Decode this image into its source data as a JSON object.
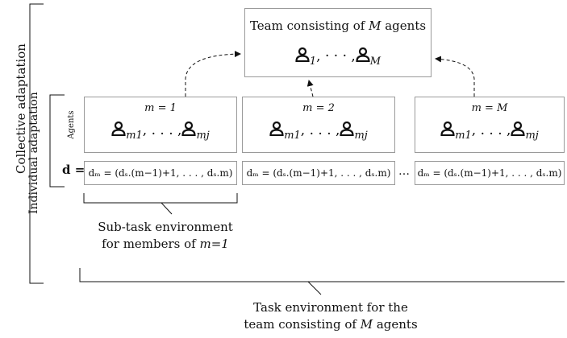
{
  "labels": {
    "collective_adaptation": "Collective adaptation",
    "individual_adaptation": "Individual adaptation",
    "agents_row_label": "Agents",
    "d_label": "d =",
    "team_title_prefix": "Team consisting of ",
    "team_title_var": "M",
    "team_title_suffix": " agents",
    "subtask_line1": "Sub-task environment",
    "subtask_line2_prefix": "for members of ",
    "subtask_line2_var": "m=1",
    "task_env_line1": "Task environment for the",
    "task_env_line2_prefix": "team consisting of ",
    "task_env_line2_var": "M",
    "task_env_line2_suffix": " agents",
    "ellipsis_between": "…"
  },
  "team_agents": {
    "first_sub": "1",
    "dots": ", · · · ,",
    "last_sub": "M"
  },
  "teams": [
    {
      "title": "m = 1",
      "first_sub": "m1",
      "dots": ", . . . ,",
      "last_sub": "mj",
      "eq": "dₘ = (dₛ.(m−1)+1, . . . , dₛ.m)"
    },
    {
      "title": "m = 2",
      "first_sub": "m1",
      "dots": ", . . . ,",
      "last_sub": "mj",
      "eq": "dₘ = (dₛ.(m−1)+1, . . . , dₛ.m)"
    },
    {
      "title": "m = M",
      "first_sub": "m1",
      "dots": ", . . . ,",
      "last_sub": "mj",
      "eq": "dₘ = (dₛ.(m−1)+1, . . . , dₛ.m)"
    }
  ]
}
